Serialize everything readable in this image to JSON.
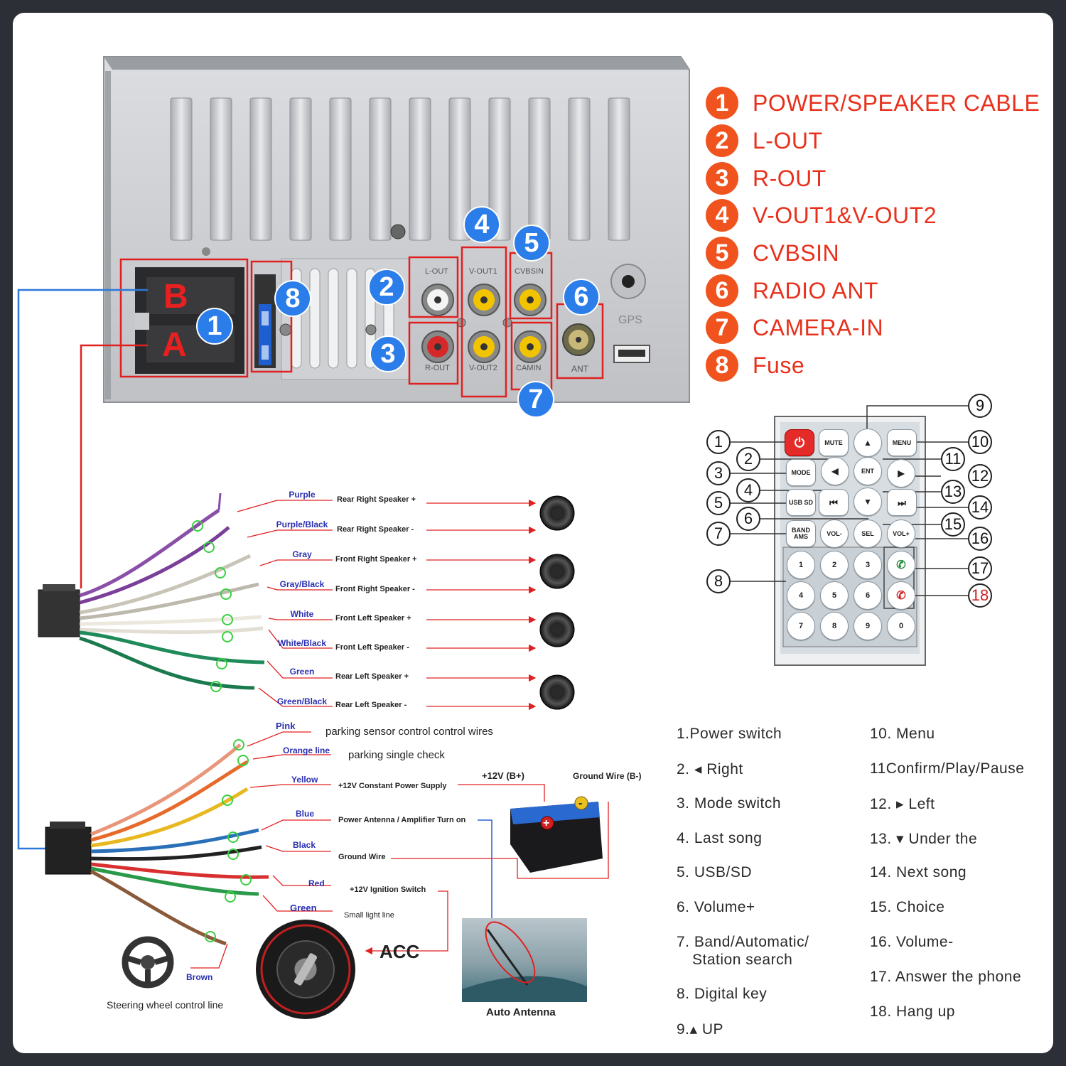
{
  "legend": [
    {
      "num": "1",
      "text": "POWER/SPEAKER CABLE"
    },
    {
      "num": "2",
      "text": "L-OUT"
    },
    {
      "num": "3",
      "text": "R-OUT"
    },
    {
      "num": "4",
      "text": "V-OUT1&V-OUT2"
    },
    {
      "num": "5",
      "text": "CVBSIN"
    },
    {
      "num": "6",
      "text": "RADIO ANT"
    },
    {
      "num": "7",
      "text": "CAMERA-IN"
    },
    {
      "num": "8",
      "text": "Fuse"
    }
  ],
  "unit_labels": {
    "b": "B",
    "a": "A",
    "lout": "L-OUT",
    "vout1": "V-OUT1",
    "cvbsin": "CVBSIN",
    "rout": "R-OUT",
    "vout2": "V-OUT2",
    "camin": "CAMIN",
    "ant": "ANT",
    "gps": "GPS"
  },
  "badges": [
    "1",
    "2",
    "3",
    "4",
    "5",
    "6",
    "7",
    "8"
  ],
  "speaker_wires": [
    {
      "color_name": "Purple",
      "function": "Rear Right Speaker +",
      "hex": "#8a4fa8"
    },
    {
      "color_name": "Purple/Black",
      "function": "Rear Right Speaker -",
      "hex": "#7a3f98"
    },
    {
      "color_name": "Gray",
      "function": "Front Right Speaker +",
      "hex": "#c9c4b8"
    },
    {
      "color_name": "Gray/Black",
      "function": "Front Right Speaker -",
      "hex": "#bdb8ac"
    },
    {
      "color_name": "White",
      "function": "Front Left Speaker +",
      "hex": "#ece8de"
    },
    {
      "color_name": "White/Black",
      "function": "Front Left Speaker -",
      "hex": "#e2ded4"
    },
    {
      "color_name": "Green",
      "function": "Rear Left Speaker +",
      "hex": "#1f8a5a"
    },
    {
      "color_name": "Green/Black",
      "function": "Rear Left Speaker -",
      "hex": "#1a7a4e"
    }
  ],
  "power_wires": {
    "pink": {
      "name": "Pink",
      "function": "parking sensor control control wires"
    },
    "orange": {
      "name": "Orange line",
      "function": "parking single check"
    },
    "yellow": {
      "name": "Yellow",
      "function": "+12V Constant Power Supply"
    },
    "blue": {
      "name": "Blue",
      "function": "Power Antenna / Amplifier Turn on"
    },
    "black": {
      "name": "Black",
      "function": "Ground Wire"
    },
    "red": {
      "name": "Red",
      "function": "+12V  Ignition Switch"
    },
    "green": {
      "name": "Green",
      "function": "Small light line"
    },
    "brown": {
      "name": "Brown"
    }
  },
  "battery": {
    "plus_label": "+12V  (B+)",
    "ground_label": "Ground Wire (B-)"
  },
  "acc_label": "ACC",
  "antenna_label": "Auto Antenna",
  "steering_label": "Steering wheel control line",
  "remote": {
    "mute": "MUTE",
    "menu": "MENU",
    "mode": "MODE",
    "ent": "ENT",
    "usb": "USB SD",
    "band": "BAND AMS",
    "vol_minus": "VOL-",
    "sel": "SEL",
    "vol_plus": "VOL+",
    "digits": [
      "1",
      "2",
      "3",
      "4",
      "5",
      "6",
      "7",
      "8",
      "9",
      "0"
    ],
    "callout_left": [
      "1",
      "2",
      "3",
      "4",
      "5",
      "6",
      "7",
      "8"
    ],
    "callout_right": [
      "9",
      "10",
      "11",
      "12",
      "13",
      "14",
      "15",
      "16",
      "17",
      "18"
    ]
  },
  "descriptions_left": [
    "1.Power switch",
    "2. ◂ Right",
    "3. Mode switch",
    "4. Last song",
    "5. USB/SD",
    "6. Volume+",
    "7. Band/Automatic/",
    "Station search",
    "8. Digital key",
    "9.▴ UP"
  ],
  "descriptions_right": [
    "10. Menu",
    "11Confirm/Play/Pause",
    "12.  ▸  Left",
    "13.  ▾  Under the",
    "14. Next song",
    "15. Choice",
    "16. Volume-",
    "17. Answer the phone",
    "18. Hang up"
  ],
  "colors": {
    "legend_orange": "#f0531e",
    "legend_text": "#e8301c",
    "badge_blue": "#2b7de9",
    "highlight_red": "#e02020"
  }
}
